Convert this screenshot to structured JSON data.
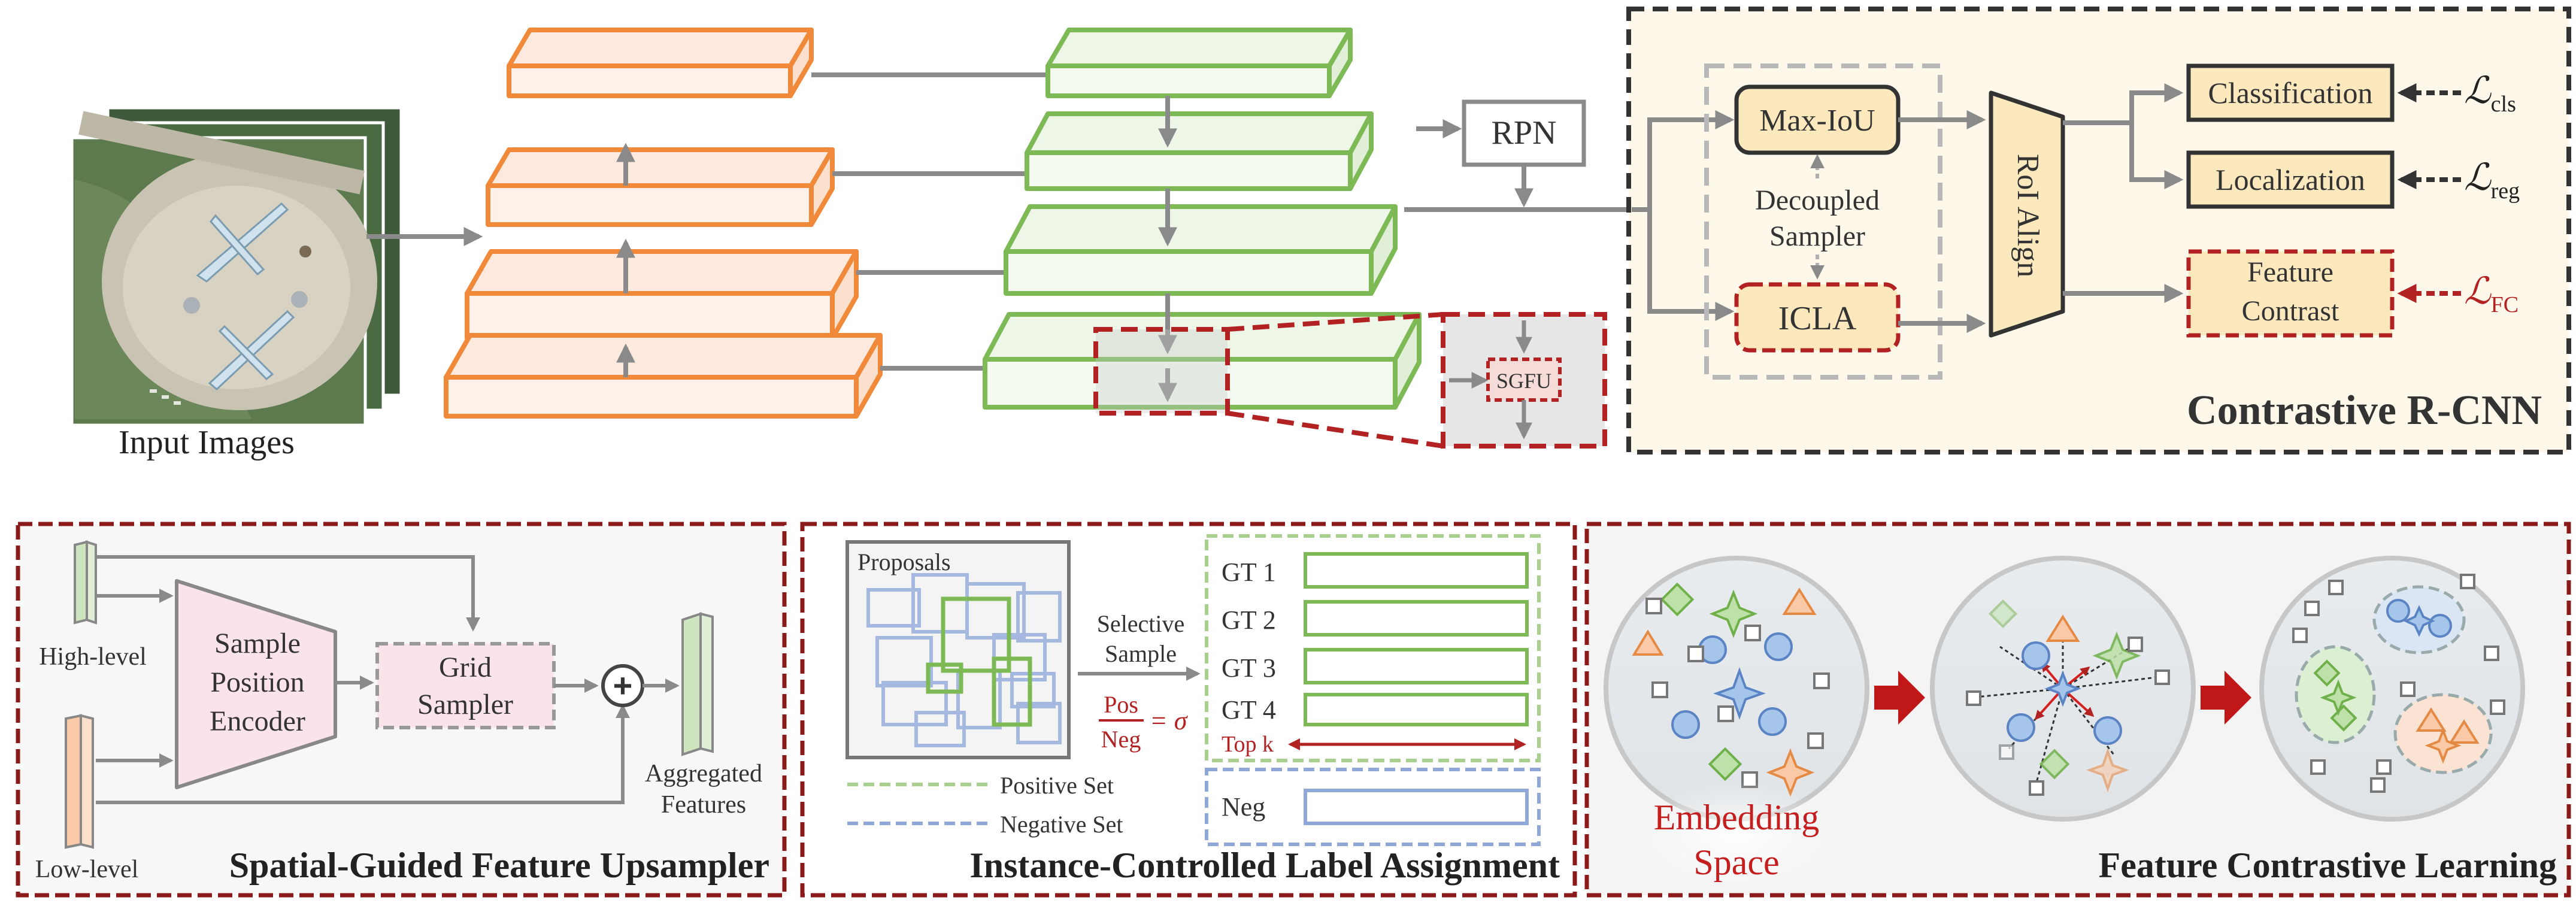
{
  "input_images": {
    "label": "Input Images"
  },
  "rpn": {
    "label": "RPN"
  },
  "sgfu": {
    "label": "SGFU"
  },
  "rcnn": {
    "title": "Contrastive R-CNN",
    "max_iou": "Max-IoU",
    "icla": "ICLA",
    "decoupled_line1": "Decoupled",
    "decoupled_line2": "Sampler",
    "roi_align": "RoI Align",
    "classification": "Classification",
    "localization": "Localization",
    "feature_contrast_line1": "Feature",
    "feature_contrast_line2": "Contrast",
    "loss_cls": {
      "symbol": "ℒ",
      "sub": "cls"
    },
    "loss_reg": {
      "symbol": "ℒ",
      "sub": "reg"
    },
    "loss_fc": {
      "symbol": "ℒ",
      "sub": "FC"
    }
  },
  "sgfu_panel": {
    "title": "Spatial-Guided Feature Upsampler",
    "high_level": "High-level",
    "low_level": "Low-level",
    "encoder_line1": "Sample",
    "encoder_line2": "Position",
    "encoder_line3": "Encoder",
    "grid_line1": "Grid",
    "grid_line2": "Sampler",
    "plus": "+",
    "aggregated_line1": "Aggregated",
    "aggregated_line2": "Features"
  },
  "icla_panel": {
    "title": "Instance-Controlled Label Assignment",
    "proposals": "Proposals",
    "selective_line1": "Selective",
    "selective_line2": "Sample",
    "ratio_pos": "Pos",
    "ratio_neg": "Neg",
    "ratio_eq": "= σ",
    "gt_labels": [
      "GT 1",
      "GT 2",
      "GT 3",
      "GT 4"
    ],
    "top_k": "Top k",
    "neg": "Neg",
    "positive_set": "Positive Set",
    "negative_set": "Negative Set"
  },
  "fcl_panel": {
    "title": "Feature Contrastive Learning",
    "embedding_line1": "Embedding",
    "embedding_line2": "Space"
  },
  "colors": {
    "orange": "#f08a3a",
    "orange_fill": "#fde9de",
    "green": "#7dba55",
    "green_fill": "#eef6e8",
    "blue": "#8fa8d8",
    "red": "#b22222",
    "gray": "#8a8a8a",
    "panel_fill": "#fdf8e9",
    "box_yellow": "#fbe9bd"
  }
}
